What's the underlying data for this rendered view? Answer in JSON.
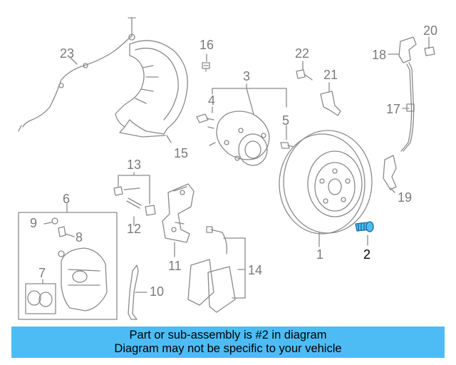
{
  "diagram": {
    "highlight_color": "#4dbcf5",
    "line_color": "#8a8a8a",
    "callouts": [
      "1",
      "2",
      "3",
      "4",
      "5",
      "6",
      "7",
      "8",
      "9",
      "10",
      "11",
      "12",
      "13",
      "14",
      "15",
      "16",
      "17",
      "18",
      "19",
      "20",
      "21",
      "22",
      "23"
    ]
  },
  "banner": {
    "line1": "Part or sub-assembly is #2 in diagram",
    "line2": "Diagram may not be specific to your vehicle"
  }
}
